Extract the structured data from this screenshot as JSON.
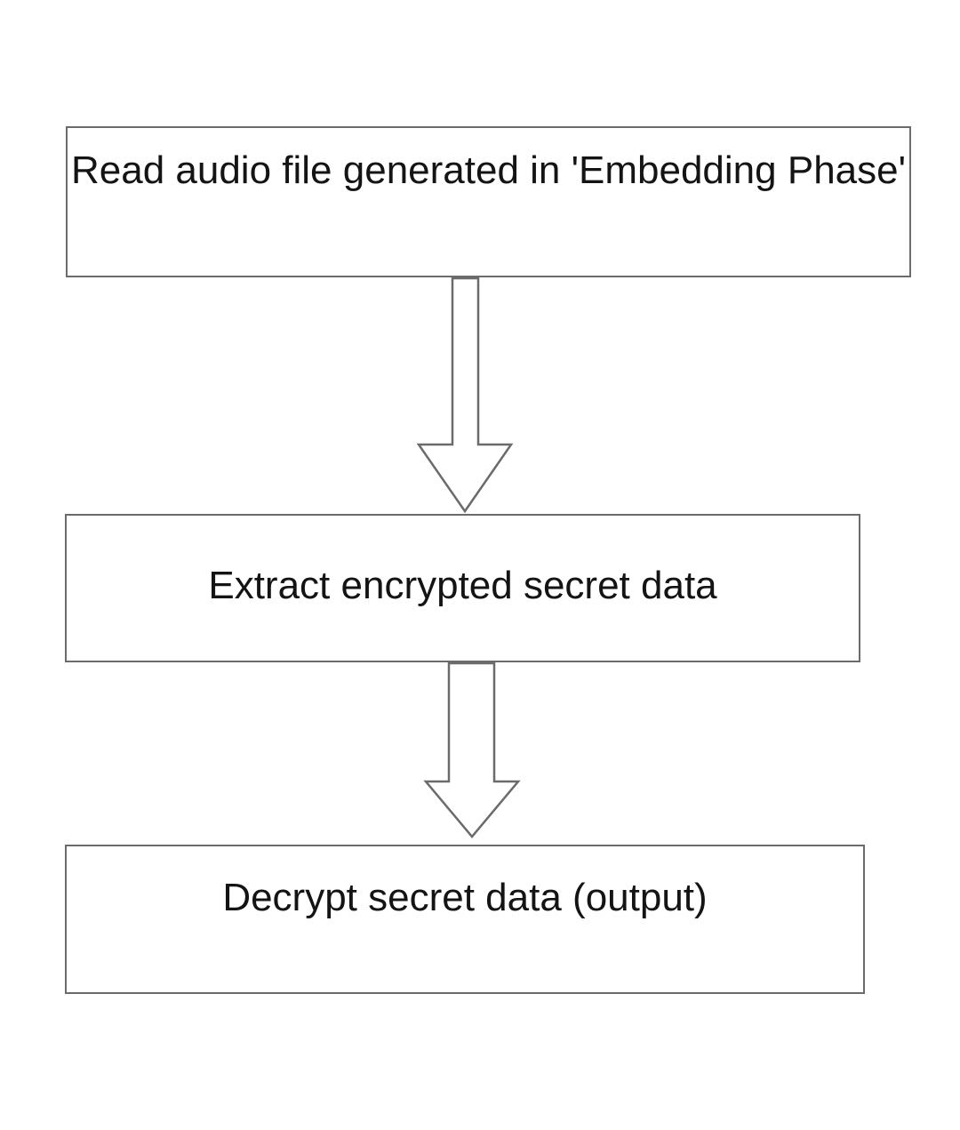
{
  "steps": [
    {
      "label": "Read audio file generated in 'Embedding Phase'"
    },
    {
      "label": "Extract encrypted secret data"
    },
    {
      "label": "Decrypt secret data (output)"
    }
  ],
  "colors": {
    "stroke": "#6b6b6b",
    "fill": "#ffffff",
    "text": "#141414"
  }
}
